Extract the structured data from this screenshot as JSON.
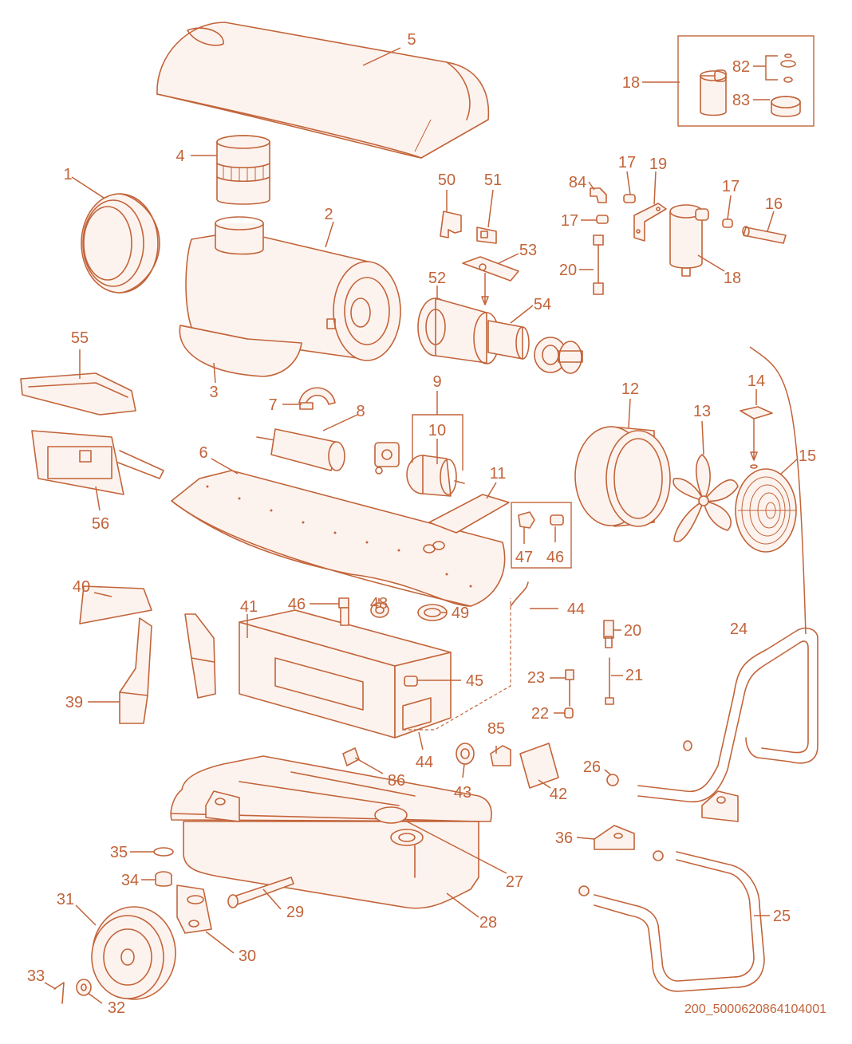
{
  "drawing": {
    "accent_color": "#c2643a",
    "reference_code": "200_5000620864104001"
  },
  "callouts": [
    {
      "id": "c1",
      "label": "1"
    },
    {
      "id": "c2",
      "label": "2"
    },
    {
      "id": "c3",
      "label": "3"
    },
    {
      "id": "c4",
      "label": "4"
    },
    {
      "id": "c5",
      "label": "5"
    },
    {
      "id": "c6",
      "label": "6"
    },
    {
      "id": "c7",
      "label": "7"
    },
    {
      "id": "c8",
      "label": "8"
    },
    {
      "id": "c9",
      "label": "9"
    },
    {
      "id": "c10",
      "label": "10"
    },
    {
      "id": "c11",
      "label": "11"
    },
    {
      "id": "c12",
      "label": "12"
    },
    {
      "id": "c13",
      "label": "13"
    },
    {
      "id": "c14",
      "label": "14"
    },
    {
      "id": "c15",
      "label": "15"
    },
    {
      "id": "c16",
      "label": "16"
    },
    {
      "id": "c17a",
      "label": "17"
    },
    {
      "id": "c17b",
      "label": "17"
    },
    {
      "id": "c17c",
      "label": "17"
    },
    {
      "id": "c18a",
      "label": "18"
    },
    {
      "id": "c18b",
      "label": "18"
    },
    {
      "id": "c19",
      "label": "19"
    },
    {
      "id": "c20a",
      "label": "20"
    },
    {
      "id": "c20b",
      "label": "20"
    },
    {
      "id": "c21",
      "label": "21"
    },
    {
      "id": "c22",
      "label": "22"
    },
    {
      "id": "c23",
      "label": "23"
    },
    {
      "id": "c24",
      "label": "24"
    },
    {
      "id": "c25",
      "label": "25"
    },
    {
      "id": "c26",
      "label": "26"
    },
    {
      "id": "c27",
      "label": "27"
    },
    {
      "id": "c28",
      "label": "28"
    },
    {
      "id": "c29",
      "label": "29"
    },
    {
      "id": "c30",
      "label": "30"
    },
    {
      "id": "c31",
      "label": "31"
    },
    {
      "id": "c32",
      "label": "32"
    },
    {
      "id": "c33",
      "label": "33"
    },
    {
      "id": "c34",
      "label": "34"
    },
    {
      "id": "c35",
      "label": "35"
    },
    {
      "id": "c36",
      "label": "36"
    },
    {
      "id": "c39",
      "label": "39"
    },
    {
      "id": "c40",
      "label": "40"
    },
    {
      "id": "c41",
      "label": "41"
    },
    {
      "id": "c42",
      "label": "42"
    },
    {
      "id": "c43",
      "label": "43"
    },
    {
      "id": "c44a",
      "label": "44"
    },
    {
      "id": "c44b",
      "label": "44"
    },
    {
      "id": "c45",
      "label": "45"
    },
    {
      "id": "c46a",
      "label": "46"
    },
    {
      "id": "c46b",
      "label": "46"
    },
    {
      "id": "c47",
      "label": "47"
    },
    {
      "id": "c48",
      "label": "48"
    },
    {
      "id": "c49",
      "label": "49"
    },
    {
      "id": "c50",
      "label": "50"
    },
    {
      "id": "c51",
      "label": "51"
    },
    {
      "id": "c52",
      "label": "52"
    },
    {
      "id": "c53",
      "label": "53"
    },
    {
      "id": "c54",
      "label": "54"
    },
    {
      "id": "c55",
      "label": "55"
    },
    {
      "id": "c56",
      "label": "56"
    },
    {
      "id": "c82",
      "label": "82"
    },
    {
      "id": "c83",
      "label": "83"
    },
    {
      "id": "c84",
      "label": "84"
    },
    {
      "id": "c85",
      "label": "85"
    },
    {
      "id": "c86",
      "label": "86"
    }
  ]
}
